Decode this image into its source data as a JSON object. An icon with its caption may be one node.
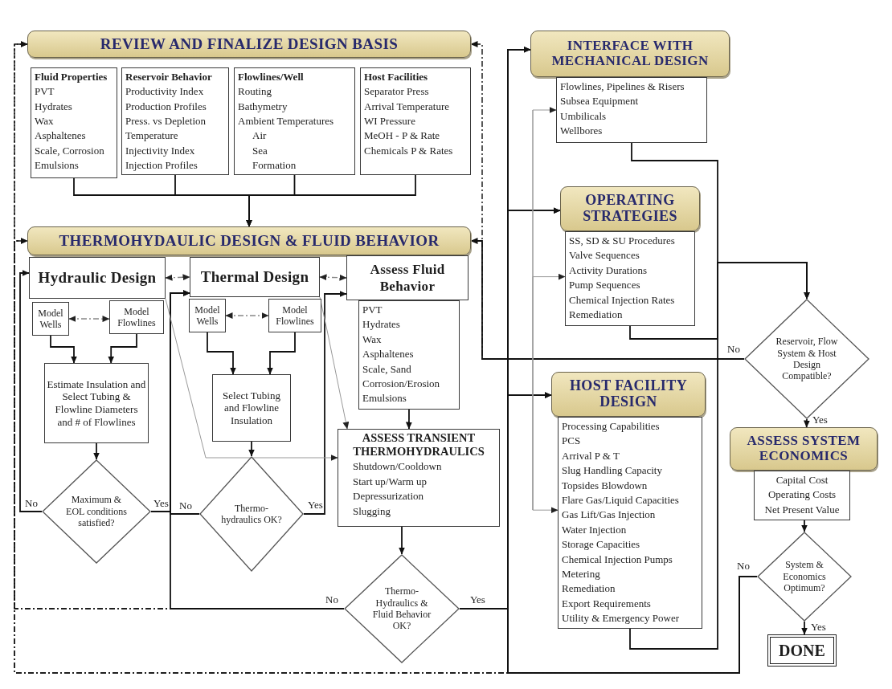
{
  "diagram": {
    "nodes": [
      {
        "text": [
          "REVIEW AND FINALIZE DESIGN BASIS"
        ]
      },
      {
        "text": [
          "Fluid Properties",
          "PVT",
          "Hydrates",
          "Wax",
          "Asphaltenes",
          "Scale, Corrosion",
          "Emulsions"
        ]
      },
      {
        "text": [
          "Reservoir Behavior",
          "Productivity Index",
          "Production Profiles",
          "Press. vs Depletion",
          "Temperature",
          "Injectivity Index",
          "Injection Profiles"
        ]
      },
      {
        "text": [
          "Flowlines/Well",
          "Routing",
          "Bathymetry",
          "Ambient Temperatures",
          "Air",
          "Sea",
          "Formation"
        ]
      },
      {
        "text": [
          "Host Facilities",
          "Separator Press",
          "Arrival Temperature",
          "WI Pressure",
          "MeOH - P & Rate",
          "Chemicals P & Rates"
        ]
      },
      {
        "text": [
          "THERMOHYDAULIC DESIGN & FLUID BEHAVIOR"
        ]
      },
      {
        "text": [
          "Hydraulic Design"
        ]
      },
      {
        "text": [
          "Model Wells"
        ]
      },
      {
        "text": [
          "Model Flowlines"
        ]
      },
      {
        "text": [
          "Estimate Insulation and Select Tubing & Flowline Diameters and # of Flowlines"
        ]
      },
      {
        "text": [
          "Maximum & EOL conditions satisfied?"
        ]
      },
      {
        "text": [
          "Thermal Design"
        ]
      },
      {
        "text": [
          "Model Wells"
        ]
      },
      {
        "text": [
          "Model Flowlines"
        ]
      },
      {
        "text": [
          "Select Tubing and Flowline Insulation"
        ]
      },
      {
        "text": [
          "Thermo- hydraulics OK?"
        ]
      },
      {
        "text": [
          "Assess Fluid Behavior"
        ]
      },
      {
        "text": [
          "PVT",
          "Hydrates",
          "Wax",
          "Asphaltenes",
          "Scale, Sand",
          "Corrosion/Erosion",
          "Emulsions"
        ]
      },
      {
        "text": [
          "ASSESS TRANSIENT THERMOHYDRAULICS",
          "Shutdown/Cooldown",
          "Start up/Warm up",
          "Depressurization",
          "Slugging"
        ]
      },
      {
        "text": [
          "Thermo- Hydraulics & Fluid Behavior OK?"
        ]
      },
      {
        "text": [
          "INTERFACE WITH MECHANICAL DESIGN"
        ]
      },
      {
        "text": [
          "Flowlines, Pipelines & Risers",
          "Subsea Equipment",
          "Umbilicals",
          "Wellbores"
        ]
      },
      {
        "text": [
          "OPERATING STRATEGIES"
        ]
      },
      {
        "text": [
          "SS, SD & SU Procedures",
          "Valve Sequences",
          "Activity Durations",
          "Pump Sequences",
          "Chemical Injection Rates",
          "Remediation"
        ]
      },
      {
        "text": [
          "Reservoir, Flow System & Host Design Compatible?"
        ]
      },
      {
        "text": [
          "HOST FACILITY DESIGN"
        ]
      },
      {
        "text": [
          "Processing Capabilities",
          "PCS",
          "Arrival P & T",
          "Slug Handling Capacity",
          "Topsides Blowdown",
          "Flare Gas/Liquid Capacities",
          "Gas Lift/Gas Injection",
          "Water Injection",
          "Storage Capacities",
          "Chemical Injection Pumps",
          "Metering",
          "Remediation",
          "Export Requirements",
          "Utility & Emergency Power"
        ]
      },
      {
        "text": [
          "ASSESS SYSTEM ECONOMICS"
        ]
      },
      {
        "text": [
          "Capital Cost",
          "Operating Costs",
          "Net Present Value"
        ]
      },
      {
        "text": [
          "System & Economics Optimum?"
        ]
      },
      {
        "text": [
          "DONE"
        ]
      }
    ],
    "edges": [
      {
        "from": 1,
        "to": 5,
        "arrow": "to"
      },
      {
        "from": 2,
        "to": 5,
        "arrow": "to"
      },
      {
        "from": 3,
        "to": 5,
        "arrow": "to"
      },
      {
        "from": 4,
        "to": 5,
        "arrow": "to"
      },
      {
        "from": 6,
        "to": 11,
        "arrow": "both",
        "style": "dashed",
        "color": "#888888"
      },
      {
        "from": 11,
        "to": 16,
        "arrow": "both",
        "style": "dashed",
        "color": "#888888"
      },
      {
        "from": 7,
        "to": 8,
        "arrow": "both",
        "style": "dashed",
        "color": "#888888"
      },
      {
        "from": 12,
        "to": 13,
        "arrow": "both",
        "style": "dashed",
        "color": "#888888"
      },
      {
        "from": 7,
        "to": 9,
        "arrow": "to"
      },
      {
        "from": 8,
        "to": 9,
        "arrow": "to"
      },
      {
        "from": 12,
        "to": 14,
        "arrow": "to"
      },
      {
        "from": 13,
        "to": 14,
        "arrow": "to"
      },
      {
        "from": 9,
        "to": 10,
        "arrow": "to"
      },
      {
        "from": 14,
        "to": 15,
        "arrow": "to"
      },
      {
        "from": 17,
        "to": 18,
        "arrow": "to"
      },
      {
        "from": 18,
        "to": 19,
        "arrow": "to"
      },
      {
        "from": 10,
        "to": 6,
        "arrow": "to",
        "label": "No"
      },
      {
        "from": 10,
        "to": 11,
        "arrow": "to",
        "label": "Yes"
      },
      {
        "from": 15,
        "to": 11,
        "arrow": "to",
        "label": "No"
      },
      {
        "from": 19,
        "to": 11,
        "arrow": "to",
        "label": "No"
      },
      {
        "from": 15,
        "to": 16,
        "arrow": "to",
        "label": "Yes"
      },
      {
        "from": 19,
        "to": 20,
        "arrow": "to",
        "label": "Yes"
      },
      {
        "from": 19,
        "to": 22,
        "arrow": "to"
      },
      {
        "from": 19,
        "to": 25,
        "arrow": "to"
      },
      {
        "from": 29,
        "to": 20,
        "arrow": "to",
        "label": "No"
      },
      {
        "from": 29,
        "to": 22,
        "arrow": "to"
      },
      {
        "from": 29,
        "to": 25,
        "arrow": "to"
      },
      {
        "from": 19,
        "to": 0,
        "arrow": "to",
        "style": "dashed"
      },
      {
        "from": 19,
        "to": 5,
        "arrow": "to",
        "style": "dashed"
      },
      {
        "from": 29,
        "to": 0,
        "arrow": "to",
        "style": "dashed"
      },
      {
        "from": 29,
        "to": 5,
        "arrow": "to",
        "style": "dashed"
      },
      {
        "from": 24,
        "to": 5,
        "arrow": "to",
        "label": "No"
      },
      {
        "from": 24,
        "to": 0,
        "arrow": "to",
        "style": "dashed"
      },
      {
        "from": 21,
        "to": 24,
        "arrow": "to"
      },
      {
        "from": 23,
        "to": 24,
        "arrow": "to"
      },
      {
        "from": 26,
        "to": 24,
        "arrow": "to"
      },
      {
        "from": 24,
        "to": 27,
        "arrow": "to",
        "label": "Yes"
      },
      {
        "from": 28,
        "to": 29,
        "arrow": "to"
      },
      {
        "from": 29,
        "to": 30,
        "arrow": "to",
        "label": "Yes"
      },
      {
        "from": null,
        "to": 21,
        "arrow": "to",
        "color": "#999999"
      },
      {
        "from": null,
        "to": 23,
        "arrow": "to",
        "color": "#999999"
      },
      {
        "from": null,
        "to": 26,
        "arrow": "to",
        "color": "#999999"
      },
      {
        "from": 6,
        "to": 18,
        "arrow": "to",
        "color": "#999999"
      },
      {
        "from": 11,
        "to": 18,
        "arrow": "to",
        "color": "#999999"
      }
    ]
  }
}
